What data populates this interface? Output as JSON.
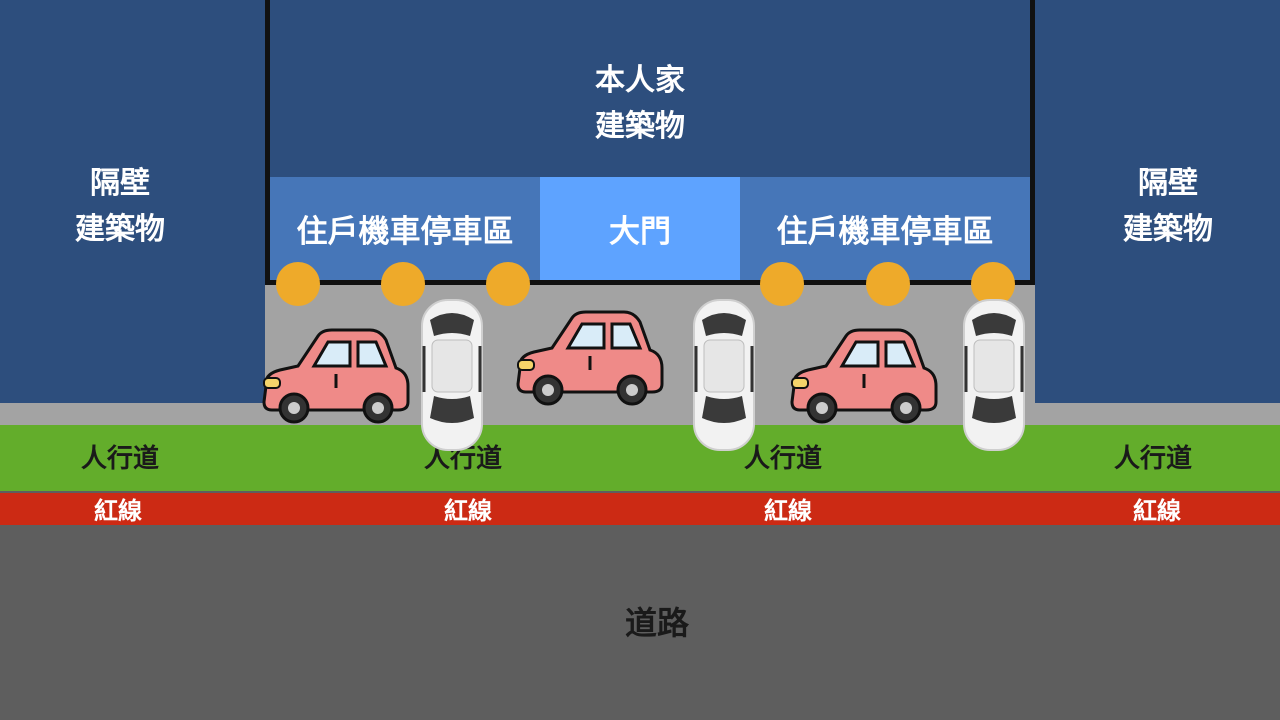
{
  "main_building": {
    "line1": "本人家",
    "line2": "建築物"
  },
  "neighbor_left": {
    "line1": "隔壁",
    "line2": "建築物"
  },
  "neighbor_right": {
    "line1": "隔壁",
    "line2": "建築物"
  },
  "parking_left": "住戶機車停車區",
  "gate": "大門",
  "parking_right": "住戶機車停車區",
  "sidewalk_labels": [
    "人行道",
    "人行道",
    "人行道",
    "人行道"
  ],
  "redline_labels": [
    "紅線",
    "紅線",
    "紅線",
    "紅線"
  ],
  "road": "道路",
  "colors": {
    "building": "#2d4e7d",
    "parking_zone": "#4676b8",
    "gate": "#5ea3ff",
    "bollard": "#eeaa2a",
    "sidewalk": "#63ad2b",
    "red_line": "#cc2a14",
    "road": "#5e5e5e",
    "driveway": "#a3a3a3",
    "pink_car": "#ef8a88",
    "white_car": "#f2f2f2"
  },
  "icons": [
    "pink-car-icon",
    "white-car-topdown-icon",
    "bollard-icon"
  ]
}
